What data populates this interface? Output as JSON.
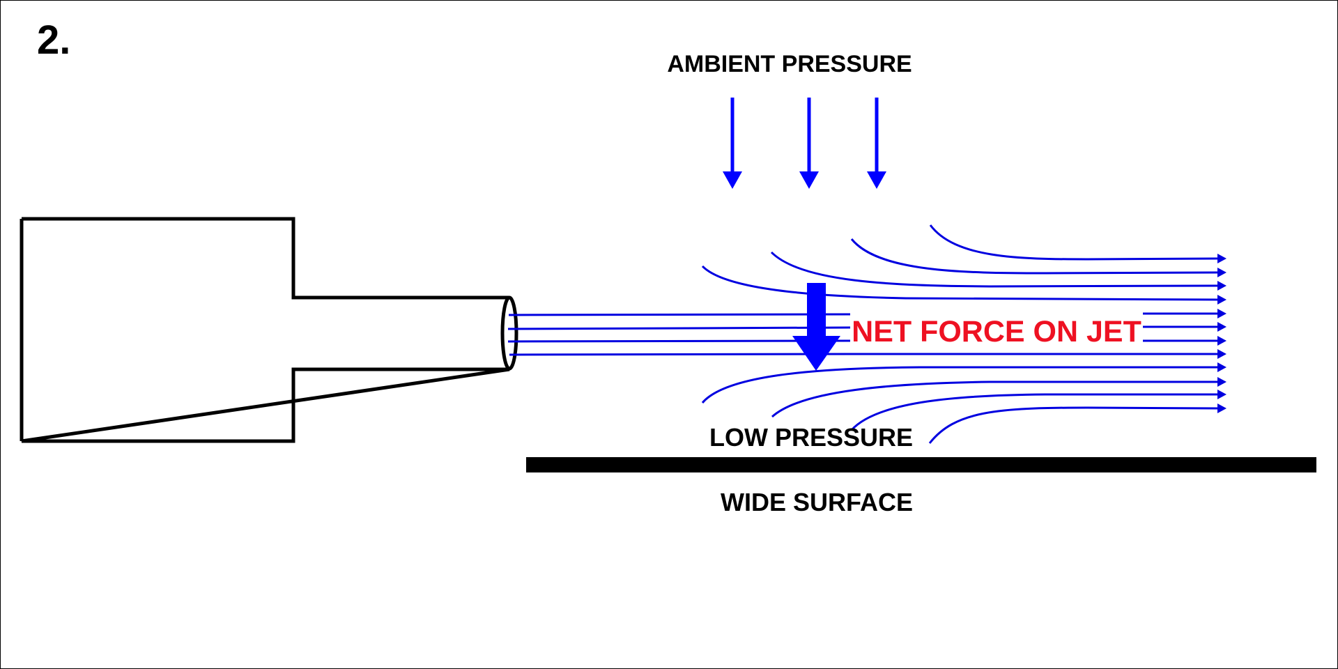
{
  "figure": {
    "number": "2.",
    "labels": {
      "ambient_pressure": "AMBIENT PRESSURE",
      "net_force": "NET FORCE ON JET",
      "low_pressure": "LOW PRESSURE",
      "wide_surface": "WIDE SURFACE"
    },
    "colors": {
      "flow": "#0000e0",
      "force_arrow": "#0000ff",
      "net_force_text": "#ee1122",
      "outline": "#000000",
      "surface": "#000000",
      "background": "#ffffff"
    },
    "components": {
      "ambient_pressure_arrows": 3,
      "jet_core_streamlines": 4,
      "upper_entrained_streamlines": 4,
      "lower_entrained_streamlines": 4,
      "net_force_direction": "down"
    }
  }
}
